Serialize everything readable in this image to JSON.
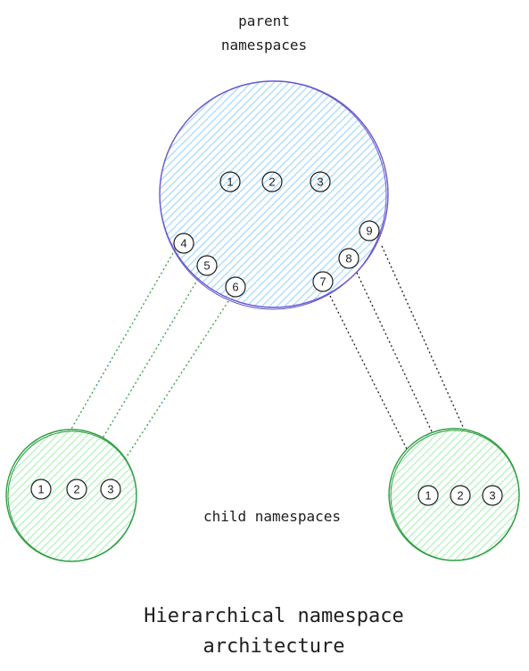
{
  "labels": {
    "parent_line1": "parent",
    "parent_line2": "namespaces",
    "child": "child namespaces",
    "title_line1": "Hierarchical namespace",
    "title_line2": "architecture"
  },
  "parent_nodes": [
    "1",
    "2",
    "3",
    "4",
    "5",
    "6",
    "7",
    "8",
    "9"
  ],
  "left_child_nodes": [
    "1",
    "2",
    "3"
  ],
  "right_child_nodes": [
    "1",
    "2",
    "3"
  ],
  "colors": {
    "parent_stroke": "#6a5acd",
    "parent_fill": "#a5d8ff",
    "child_stroke": "#2f9e44",
    "child_fill": "#b2f2bb",
    "green_link": "#2f9e44",
    "black_link": "#1e1e1e"
  }
}
